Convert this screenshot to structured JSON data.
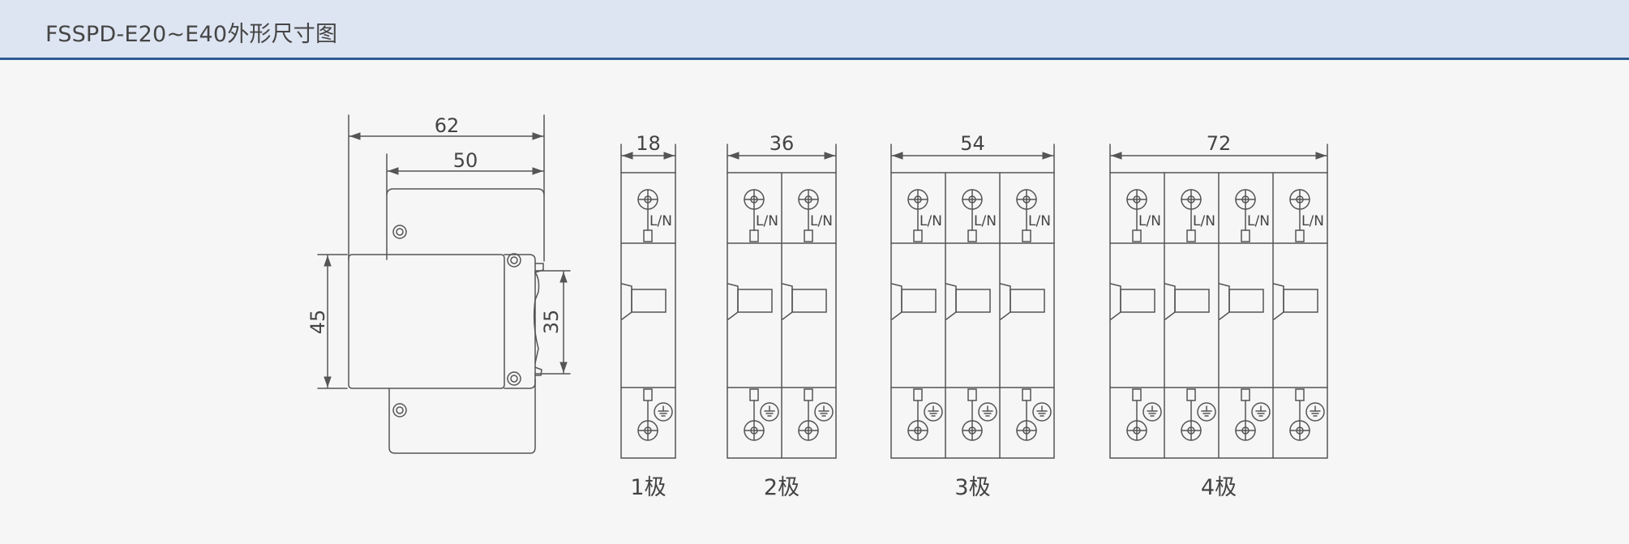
{
  "header": {
    "title": "FSSPD-E20~E40外形尺寸图"
  },
  "side_view": {
    "dim_total_width": "62",
    "dim_body_width": "50",
    "dim_front_height": "45",
    "dim_rail_height": "35"
  },
  "front_views": [
    {
      "width_label": "18",
      "caption": "1极",
      "poles": 1
    },
    {
      "width_label": "36",
      "caption": "2极",
      "poles": 2
    },
    {
      "width_label": "54",
      "caption": "3极",
      "poles": 3
    },
    {
      "width_label": "72",
      "caption": "4极",
      "poles": 4
    }
  ],
  "terminal_label": "L/N",
  "colors": {
    "header_bg": "#dee5f2",
    "header_rule": "#2d5c95",
    "line": "#555555",
    "background": "#f6f6f6"
  }
}
